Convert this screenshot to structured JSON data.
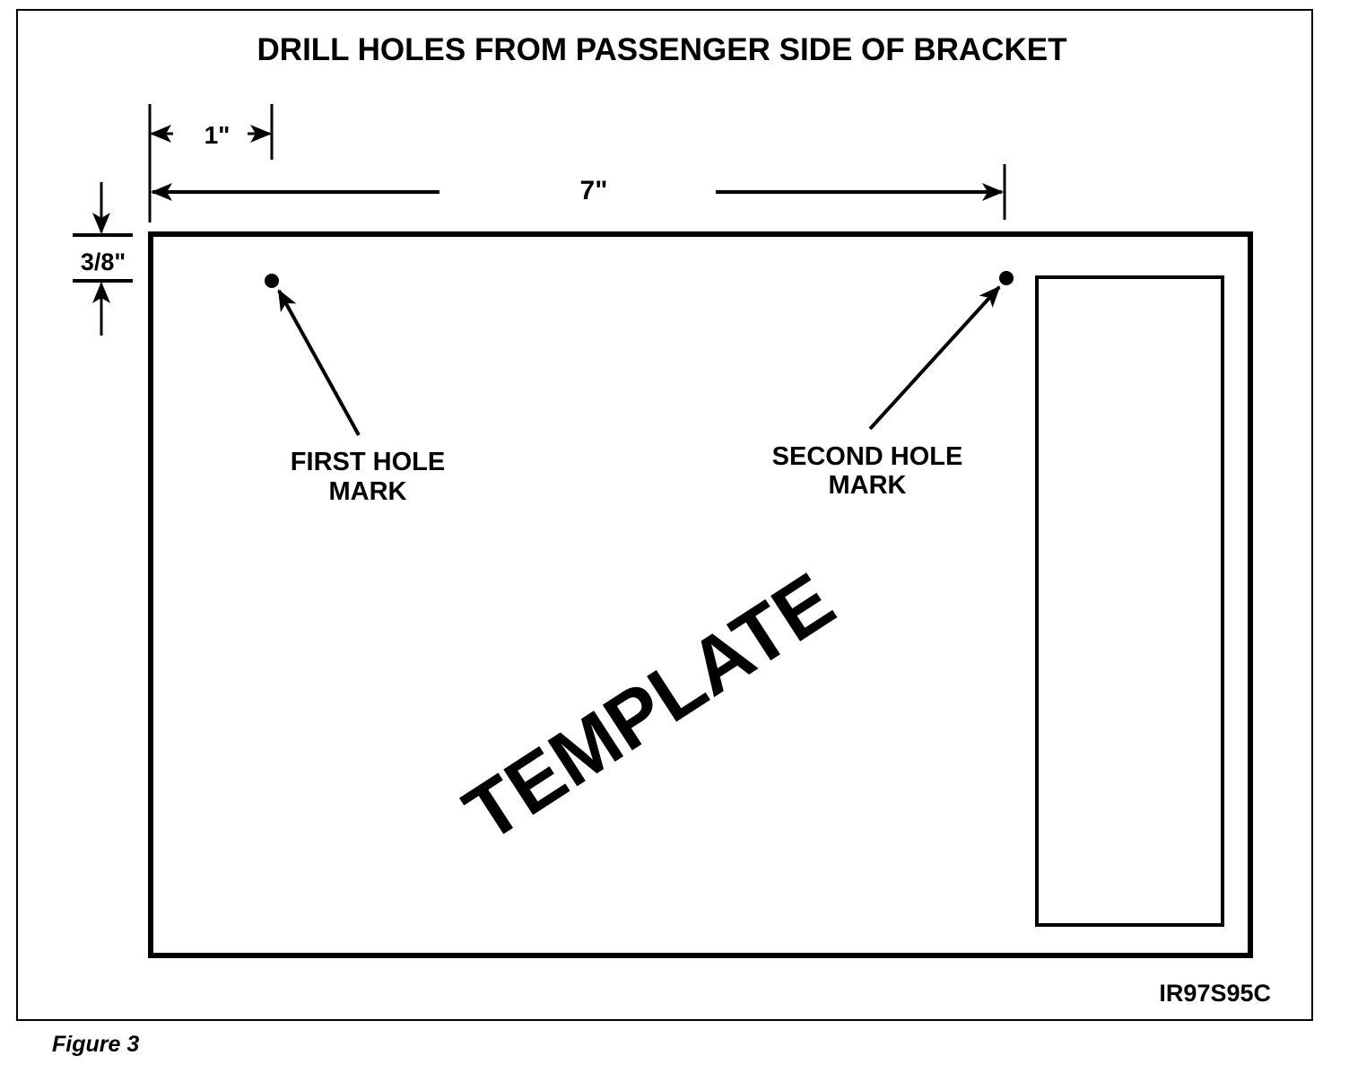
{
  "diagram": {
    "title": "DRILL HOLES FROM PASSENGER SIDE OF BRACKET",
    "dim_1in": "1\"",
    "dim_7in": "7\"",
    "dim_3_8in": "3/8\"",
    "first_hole_line1": "FIRST HOLE",
    "first_hole_line2": "MARK",
    "second_hole_line1": "SECOND HOLE",
    "second_hole_line2": "MARK",
    "template_label": "TEMPLATE",
    "figure_id": "IR97S95C"
  },
  "caption": "Figure 3",
  "colors": {
    "ink": "#000000",
    "paper": "#ffffff"
  }
}
